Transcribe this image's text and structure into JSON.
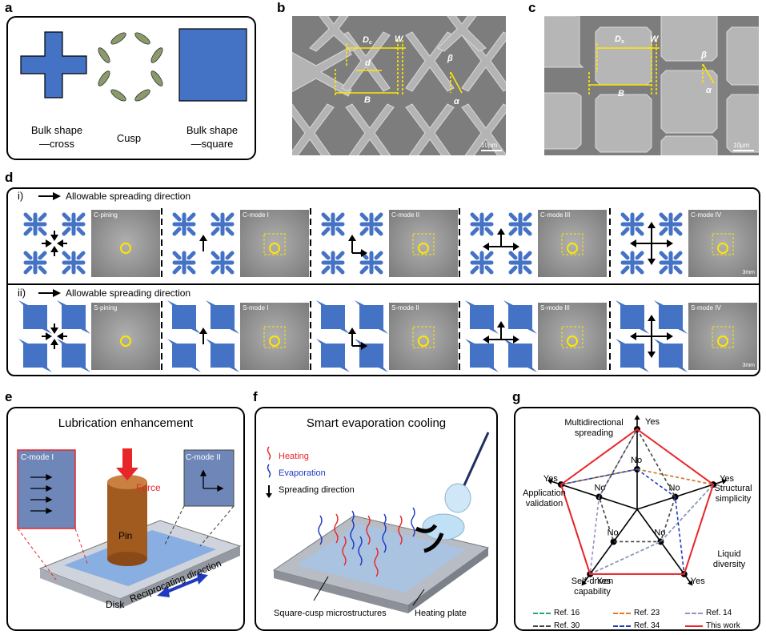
{
  "panel_labels": {
    "a": "a",
    "b": "b",
    "c": "c",
    "d": "d",
    "e": "e",
    "f": "f",
    "g": "g"
  },
  "colors": {
    "shape_blue": "#4472c4",
    "cusp_green": "#8a9a6a",
    "annotation_yellow": "#ffe600",
    "red": "#e8262a",
    "dark_blue": "#1f3ac0"
  },
  "panel_a": {
    "cross_label": "Bulk shape\n—cross",
    "cusp_label": "Cusp",
    "square_label": "Bulk shape\n—square"
  },
  "panel_b": {
    "Dc_main": "D",
    "Dc_sub": "c",
    "W": "W",
    "d": "d",
    "B": "B",
    "beta": "β",
    "alpha": "α",
    "scale": "10μm"
  },
  "panel_c": {
    "Ds_main": "D",
    "Ds_sub": "s",
    "W": "W",
    "B": "B",
    "beta": "β",
    "alpha": "α",
    "scale": "10μm"
  },
  "panel_d": {
    "row_i_roman": "i)",
    "row_ii_roman": "ii)",
    "legend_text": "Allowable spreading direction",
    "row_i_labels": [
      "C-pining",
      "C-mode I",
      "C-mode II",
      "C-mode III",
      "C-mode IV"
    ],
    "row_ii_labels": [
      "S-pining",
      "S-mode I",
      "S-mode II",
      "S-mode III",
      "S-mode IV"
    ],
    "scale": "3mm"
  },
  "panel_e": {
    "title": "Lubrication enhancement",
    "inset_left": "C-mode I",
    "inset_right": "C-mode II",
    "force": "Force",
    "pin": "Pin",
    "disk": "Disk",
    "direction": "Reciprocating direction"
  },
  "panel_f": {
    "title": "Smart evaporation cooling",
    "legend": [
      "Heating",
      "Evaporation",
      "Spreading direction"
    ],
    "left_label": "Square-cusp microstructures",
    "right_label": "Heating plate"
  },
  "panel_g": {
    "axes": [
      {
        "name": "Multidirectional\nspreading",
        "yes": "Yes",
        "no": "No"
      },
      {
        "name": "Structural\nsimplicity",
        "yes": "Yes",
        "no": "No"
      },
      {
        "name": "Liquid\ndiversity",
        "yes": "Yes",
        "no": "No"
      },
      {
        "name": "Self-driven\ncapability",
        "yes": "Yes",
        "no": "No"
      },
      {
        "name": "Application\nvalidation",
        "yes": "Yes",
        "no": "No"
      }
    ],
    "legend": [
      {
        "name": "Ref. 16",
        "color": "#2aa57a",
        "style": "dashed"
      },
      {
        "name": "Ref. 23",
        "color": "#e07b2a",
        "style": "dashed"
      },
      {
        "name": "Ref. 14",
        "color": "#9b8fc9",
        "style": "dashed"
      },
      {
        "name": "Ref. 30",
        "color": "#444444",
        "style": "dashed"
      },
      {
        "name": "Ref. 34",
        "color": "#1f3ac0",
        "style": "dashed"
      },
      {
        "name": "This work",
        "color": "#e8262a",
        "style": "solid"
      }
    ]
  }
}
